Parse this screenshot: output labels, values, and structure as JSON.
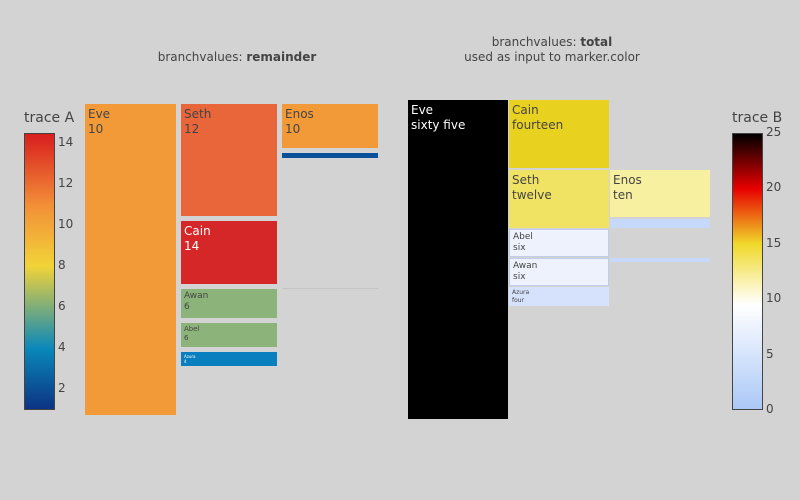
{
  "chart_data": [
    {
      "type": "treemap",
      "branchvalues": "remainder",
      "title_prefix": "branchvalues: ",
      "title_bold": "remainder",
      "colorbar": {
        "title": "trace A",
        "ticks": [
          2,
          4,
          6,
          8,
          10,
          12,
          14
        ],
        "range": [
          1,
          14.5
        ],
        "colorscale": "Portland-like"
      },
      "nodes": [
        {
          "id": "Eve",
          "label": "Eve",
          "text": "10",
          "value": 10,
          "color": "#f29a38"
        },
        {
          "id": "Seth",
          "label": "Seth",
          "text": "12",
          "value": 12,
          "color": "#e8663a"
        },
        {
          "id": "Cain",
          "label": "Cain",
          "text": "14",
          "value": 14,
          "color": "#d62728"
        },
        {
          "id": "Enos",
          "label": "Enos",
          "text": "10",
          "value": 10,
          "color": "#f29a38"
        },
        {
          "id": "Awan",
          "label": "Awan",
          "text": "6",
          "value": 6,
          "color": "#8cb47a"
        },
        {
          "id": "Abel",
          "label": "Abel",
          "text": "6",
          "value": 6,
          "color": "#8cb47a"
        },
        {
          "id": "Azura",
          "label": "Azura",
          "text": "4",
          "value": 4,
          "color": "#0a7fbf"
        },
        {
          "id": "Noam",
          "label": "",
          "text": "",
          "value": 2,
          "color": "#0a4f9a"
        }
      ]
    },
    {
      "type": "treemap",
      "branchvalues": "total",
      "title_prefix": "branchvalues: ",
      "title_bold": "total",
      "title_line2": "used as input to marker.color",
      "colorbar": {
        "title": "trace B",
        "ticks": [
          0,
          5,
          10,
          15,
          20,
          25
        ],
        "range": [
          0,
          25
        ],
        "colorscale": "Hot-like"
      },
      "nodes": [
        {
          "id": "Eve",
          "label": "Eve",
          "text": "sixty five",
          "value": 65,
          "color": "#000000"
        },
        {
          "id": "Cain",
          "label": "Cain",
          "text": "fourteen",
          "value": 14,
          "color": "#e8d11f"
        },
        {
          "id": "Seth",
          "label": "Seth",
          "text": "twelve",
          "value": 12,
          "color": "#f0e262"
        },
        {
          "id": "Enos",
          "label": "Enos",
          "text": "ten",
          "value": 10,
          "color": "#f6f0a0"
        },
        {
          "id": "Abel",
          "label": "Abel",
          "text": "six",
          "value": 6,
          "color": "#eef2fd"
        },
        {
          "id": "Awan",
          "label": "Awan",
          "text": "six",
          "value": 6,
          "color": "#eef2fd"
        },
        {
          "id": "Azura",
          "label": "Azura",
          "text": "four",
          "value": 4,
          "color": "#d6e2fb"
        },
        {
          "id": "Noam",
          "label": "",
          "text": "",
          "value": 2,
          "color": "#c7d9fa"
        }
      ]
    }
  ]
}
